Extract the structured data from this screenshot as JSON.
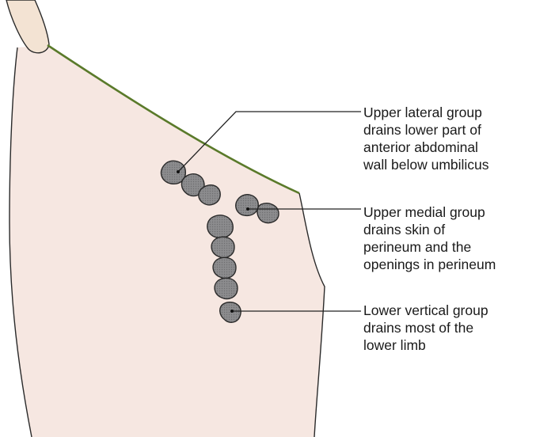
{
  "colors": {
    "skin_fill": "#f6e7e1",
    "skin_outline": "#2a2a2a",
    "inguinal_ligament": "#5a7a2a",
    "node_fill": "#8a8a8c",
    "node_outline": "#2a2a2a",
    "leader_line": "#222222",
    "text": "#1a1a1a",
    "hand_fill": "#f3e3d3"
  },
  "labels": {
    "upper_lateral": {
      "line1": "Upper lateral group",
      "line2": "drains lower part of",
      "line3": "anterior abdominal",
      "line4": "wall below umbilicus"
    },
    "upper_medial": {
      "line1": "Upper medial group",
      "line2": "drains skin of",
      "line3": "perineum and the",
      "line4": "openings in perineum"
    },
    "lower_vertical": {
      "line1": "Lower vertical group",
      "line2": "drains most of the",
      "line3": "lower limb"
    }
  }
}
